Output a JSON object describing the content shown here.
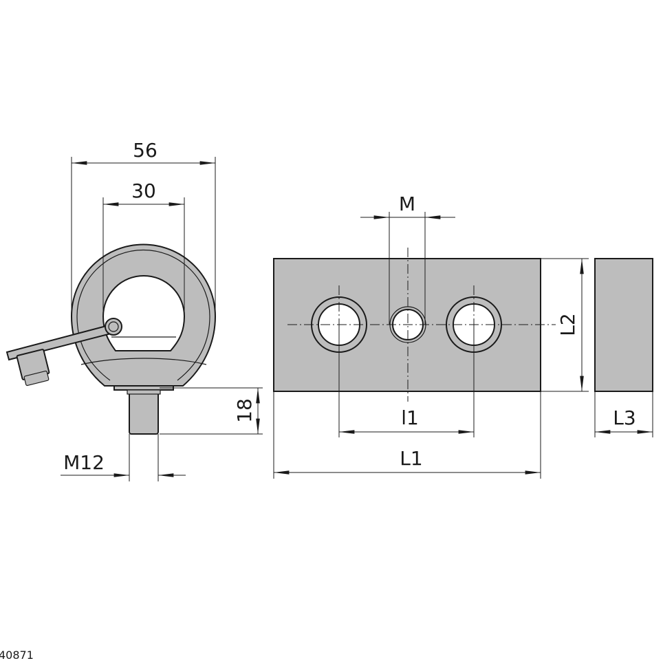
{
  "dimensions": {
    "outer_diameter": "56",
    "inner_diameter": "30",
    "thread_length": "18",
    "thread_size": "M12",
    "bore_thread": "M",
    "hole_spacing": "l1",
    "length": "L1",
    "height": "L2",
    "width": "L3"
  },
  "drawing_id": "40871"
}
